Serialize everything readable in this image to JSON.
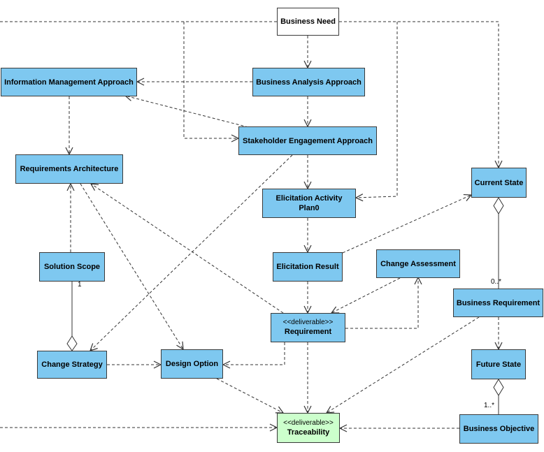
{
  "nodes": {
    "business_need": "Business Need",
    "business_analysis_approach": "Business Analysis Approach",
    "information_management_approach": "Information Management Approach",
    "stakeholder_engagement_approach": "Stakeholder Engagement Approach",
    "requirements_architecture": "Requirements Architecture",
    "elicitation_activity_plan_line1": "Elicitation Activity",
    "elicitation_activity_plan_line2": "Plan0",
    "current_state": "Current State",
    "solution_scope": "Solution Scope",
    "elicitation_result": "Elicitation Result",
    "change_assessment": "Change Assessment",
    "business_requirement": "Business Requirement",
    "requirement_stereotype": "<<deliverable>>",
    "requirement": "Requirement",
    "change_strategy": "Change Strategy",
    "design_option": "Design Option",
    "future_state": "Future State",
    "traceability_stereotype": "<<deliverable>>",
    "traceability": "Traceability",
    "business_objective": "Business Objective"
  },
  "multiplicities": {
    "solution_scope_end": "1",
    "business_requirement_end": "0..*",
    "future_state_objective_end": "1..*"
  },
  "colors": {
    "class_fill": "#7ec8f0",
    "need_fill": "#ffffff",
    "traceability_fill": "#ccffcc",
    "line": "#333333"
  }
}
